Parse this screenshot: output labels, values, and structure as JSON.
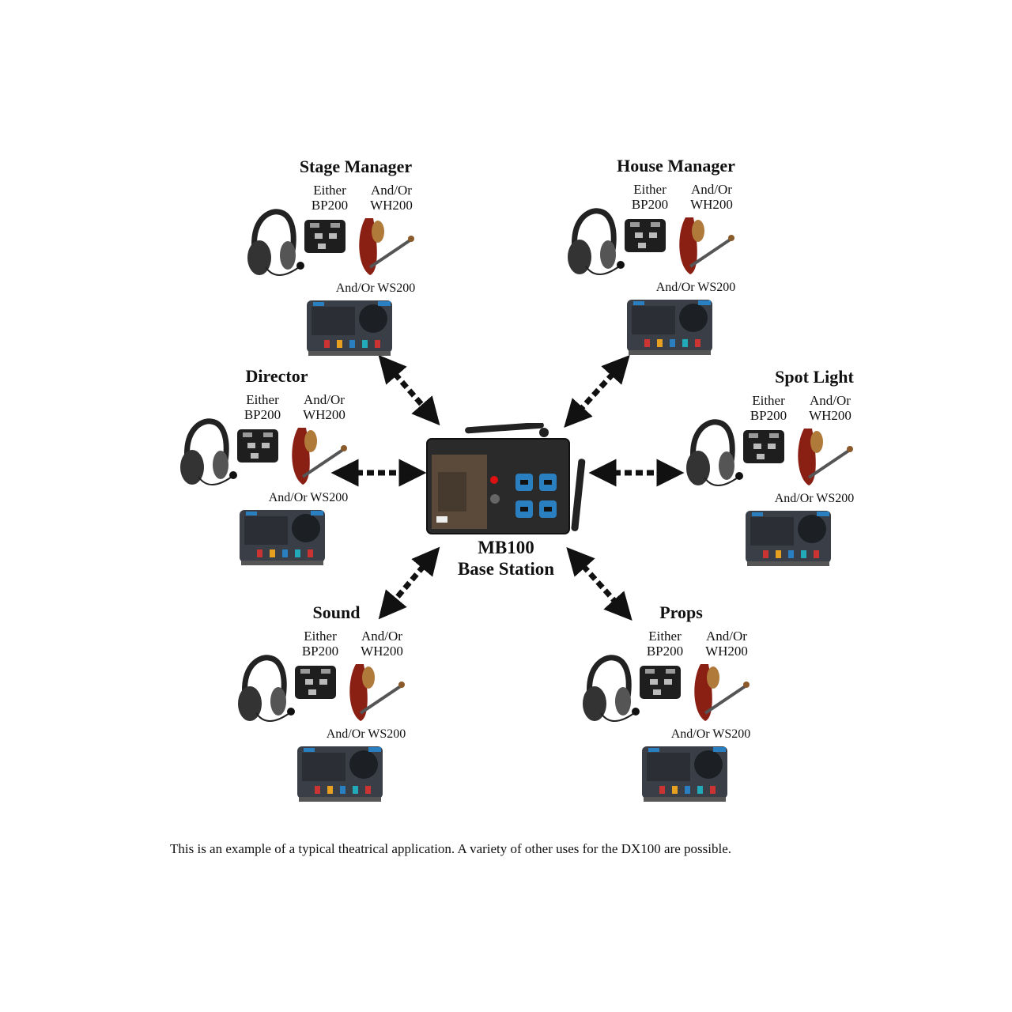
{
  "base": {
    "model": "MB100",
    "name": "Base Station"
  },
  "stations": [
    {
      "role": "Stage Manager",
      "either": "Either",
      "pack": "BP200",
      "andor": "And/Or",
      "headset": "WH200",
      "speaker_line": "And/Or WS200"
    },
    {
      "role": "House Manager",
      "either": "Either",
      "pack": "BP200",
      "andor": "And/Or",
      "headset": "WH200",
      "speaker_line": "And/Or WS200"
    },
    {
      "role": "Director",
      "either": "Either",
      "pack": "BP200",
      "andor": "And/Or",
      "headset": "WH200",
      "speaker_line": "And/Or WS200"
    },
    {
      "role": "Spot Light",
      "either": "Either",
      "pack": "BP200",
      "andor": "And/Or",
      "headset": "WH200",
      "speaker_line": "And/Or WS200"
    },
    {
      "role": "Sound",
      "either": "Either",
      "pack": "BP200",
      "andor": "And/Or",
      "headset": "WH200",
      "speaker_line": "And/Or WS200"
    },
    {
      "role": "Props",
      "either": "Either",
      "pack": "BP200",
      "andor": "And/Or",
      "headset": "WH200",
      "speaker_line": "And/Or WS200"
    }
  ],
  "caption": "This is an example of a typical theatrical application.  A variety of other uses for the DX100 are possible.",
  "colors": {
    "arrow": "#111111",
    "device_body": "#3a3f47",
    "button_blue": "#2a7fc0",
    "wh200_red": "#8a1f14"
  },
  "icons": [
    "headset-icon",
    "belt-pack-icon",
    "wireless-headset-icon",
    "wall-station-icon",
    "base-station-icon",
    "bidirectional-arrow-icon"
  ]
}
